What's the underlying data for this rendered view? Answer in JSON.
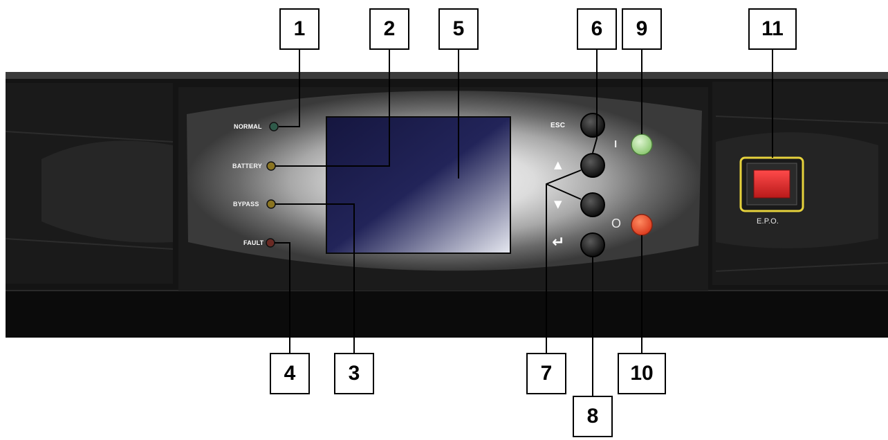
{
  "panel": {
    "indicators": {
      "normal": "NORMAL",
      "battery": "BATTERY",
      "bypass": "BYPASS",
      "fault": "FAULT"
    },
    "buttons": {
      "esc": "ESC",
      "up": "▲",
      "down": "▼",
      "enter": "↵",
      "on": "I",
      "off": "O"
    },
    "epo_label": "E.P.O."
  },
  "callouts": [
    "1",
    "2",
    "3",
    "4",
    "5",
    "6",
    "7",
    "8",
    "9",
    "10",
    "11"
  ],
  "colors": {
    "led_normal": "#2f5a4a",
    "led_battery": "#8a7420",
    "led_bypass": "#8a7420",
    "led_fault": "#6a2a24",
    "on_button": "#a6dc8c",
    "off_button": "#f0502a",
    "epo_frame": "#e6d23c",
    "epo_button": "#e02830",
    "lcd": "#1c1d4c"
  }
}
